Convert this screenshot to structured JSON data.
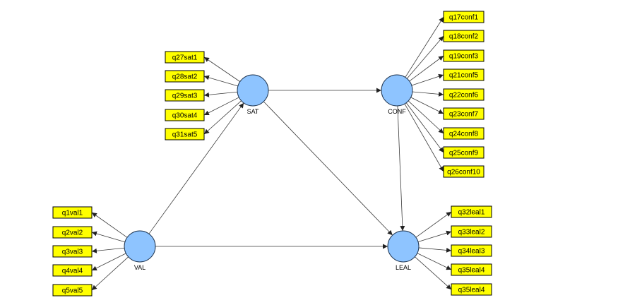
{
  "diagram": {
    "latent_variables": [
      {
        "id": "SAT",
        "label": "SAT"
      },
      {
        "id": "CONF",
        "label": "CONF"
      },
      {
        "id": "VAL",
        "label": "VAL"
      },
      {
        "id": "LEAL",
        "label": "LEAL"
      }
    ],
    "indicators": [
      {
        "label": "q27sat1",
        "latent": "SAT"
      },
      {
        "label": "q28sat2",
        "latent": "SAT"
      },
      {
        "label": "q29sat3",
        "latent": "SAT"
      },
      {
        "label": "q30sat4",
        "latent": "SAT"
      },
      {
        "label": "q31sat5",
        "latent": "SAT"
      },
      {
        "label": "q17conf1",
        "latent": "CONF"
      },
      {
        "label": "q18conf2",
        "latent": "CONF"
      },
      {
        "label": "q19conf3",
        "latent": "CONF"
      },
      {
        "label": "q21conf5",
        "latent": "CONF"
      },
      {
        "label": "q22conf6",
        "latent": "CONF"
      },
      {
        "label": "q23conf7",
        "latent": "CONF"
      },
      {
        "label": "q24conf8",
        "latent": "CONF"
      },
      {
        "label": "q25conf9",
        "latent": "CONF"
      },
      {
        "label": "q26conf10",
        "latent": "CONF"
      },
      {
        "label": "q1val1",
        "latent": "VAL"
      },
      {
        "label": "q2val2",
        "latent": "VAL"
      },
      {
        "label": "q3val3",
        "latent": "VAL"
      },
      {
        "label": "q4val4",
        "latent": "VAL"
      },
      {
        "label": "q5val5",
        "latent": "VAL"
      },
      {
        "label": "q32leal1",
        "latent": "LEAL"
      },
      {
        "label": "q33leal2",
        "latent": "LEAL"
      },
      {
        "label": "q34leal3",
        "latent": "LEAL"
      },
      {
        "label": "q35leal4",
        "latent": "LEAL"
      },
      {
        "label": "q35leal4",
        "latent": "LEAL"
      }
    ],
    "paths": [
      {
        "from": "SAT",
        "to": "CONF"
      },
      {
        "from": "VAL",
        "to": "SAT"
      },
      {
        "from": "VAL",
        "to": "LEAL"
      },
      {
        "from": "SAT",
        "to": "LEAL"
      },
      {
        "from": "CONF",
        "to": "LEAL"
      }
    ],
    "colors": {
      "latent_fill": "#8ec4ff",
      "indicator_fill": "#ffff00",
      "edge": "#3a3a3a"
    }
  }
}
